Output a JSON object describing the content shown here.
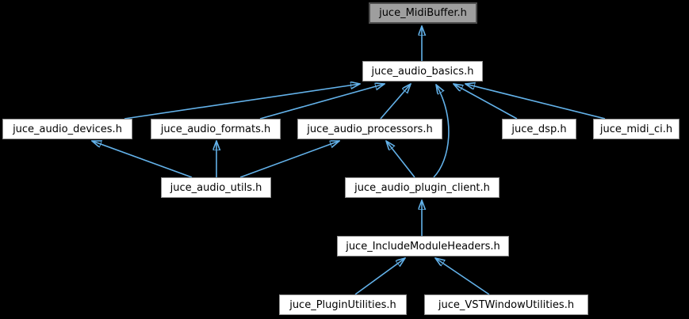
{
  "diagram": {
    "type": "include-dependency-graph",
    "root_file": "juce_MidiBuffer.h",
    "colors": {
      "edge": "#63b2ea",
      "node_bg": "#ffffff",
      "node_border": "#8f8f8f",
      "root_bg": "#9e9e9e",
      "root_border": "#4d4d4d",
      "text": "#000000",
      "background": "#000000"
    },
    "nodes": [
      {
        "id": "juce_MidiBuffer",
        "label": "juce_MidiBuffer.h"
      },
      {
        "id": "juce_audio_basics",
        "label": "juce_audio_basics.h"
      },
      {
        "id": "juce_audio_devices",
        "label": "juce_audio_devices.h"
      },
      {
        "id": "juce_audio_formats",
        "label": "juce_audio_formats.h"
      },
      {
        "id": "juce_audio_processors",
        "label": "juce_audio_processors.h"
      },
      {
        "id": "juce_dsp",
        "label": "juce_dsp.h"
      },
      {
        "id": "juce_midi_ci",
        "label": "juce_midi_ci.h"
      },
      {
        "id": "juce_audio_utils",
        "label": "juce_audio_utils.h"
      },
      {
        "id": "juce_audio_plugin_client",
        "label": "juce_audio_plugin_client.h"
      },
      {
        "id": "juce_IncludeModuleHeaders",
        "label": "juce_IncludeModuleHeaders.h"
      },
      {
        "id": "juce_PluginUtilities",
        "label": "juce_PluginUtilities.h"
      },
      {
        "id": "juce_VSTWindowUtilities",
        "label": "juce_VSTWindowUtilities.h"
      }
    ],
    "edges": [
      {
        "from": "juce_audio_basics.h",
        "to": "juce_MidiBuffer.h"
      },
      {
        "from": "juce_audio_devices.h",
        "to": "juce_audio_basics.h"
      },
      {
        "from": "juce_audio_formats.h",
        "to": "juce_audio_basics.h"
      },
      {
        "from": "juce_audio_processors.h",
        "to": "juce_audio_basics.h"
      },
      {
        "from": "juce_audio_plugin_client.h",
        "to": "juce_audio_basics.h"
      },
      {
        "from": "juce_dsp.h",
        "to": "juce_audio_basics.h"
      },
      {
        "from": "juce_midi_ci.h",
        "to": "juce_audio_basics.h"
      },
      {
        "from": "juce_audio_utils.h",
        "to": "juce_audio_devices.h"
      },
      {
        "from": "juce_audio_utils.h",
        "to": "juce_audio_formats.h"
      },
      {
        "from": "juce_audio_utils.h",
        "to": "juce_audio_processors.h"
      },
      {
        "from": "juce_audio_plugin_client.h",
        "to": "juce_audio_processors.h"
      },
      {
        "from": "juce_IncludeModuleHeaders.h",
        "to": "juce_audio_plugin_client.h"
      },
      {
        "from": "juce_PluginUtilities.h",
        "to": "juce_IncludeModuleHeaders.h"
      },
      {
        "from": "juce_VSTWindowUtilities.h",
        "to": "juce_IncludeModuleHeaders.h"
      }
    ]
  }
}
